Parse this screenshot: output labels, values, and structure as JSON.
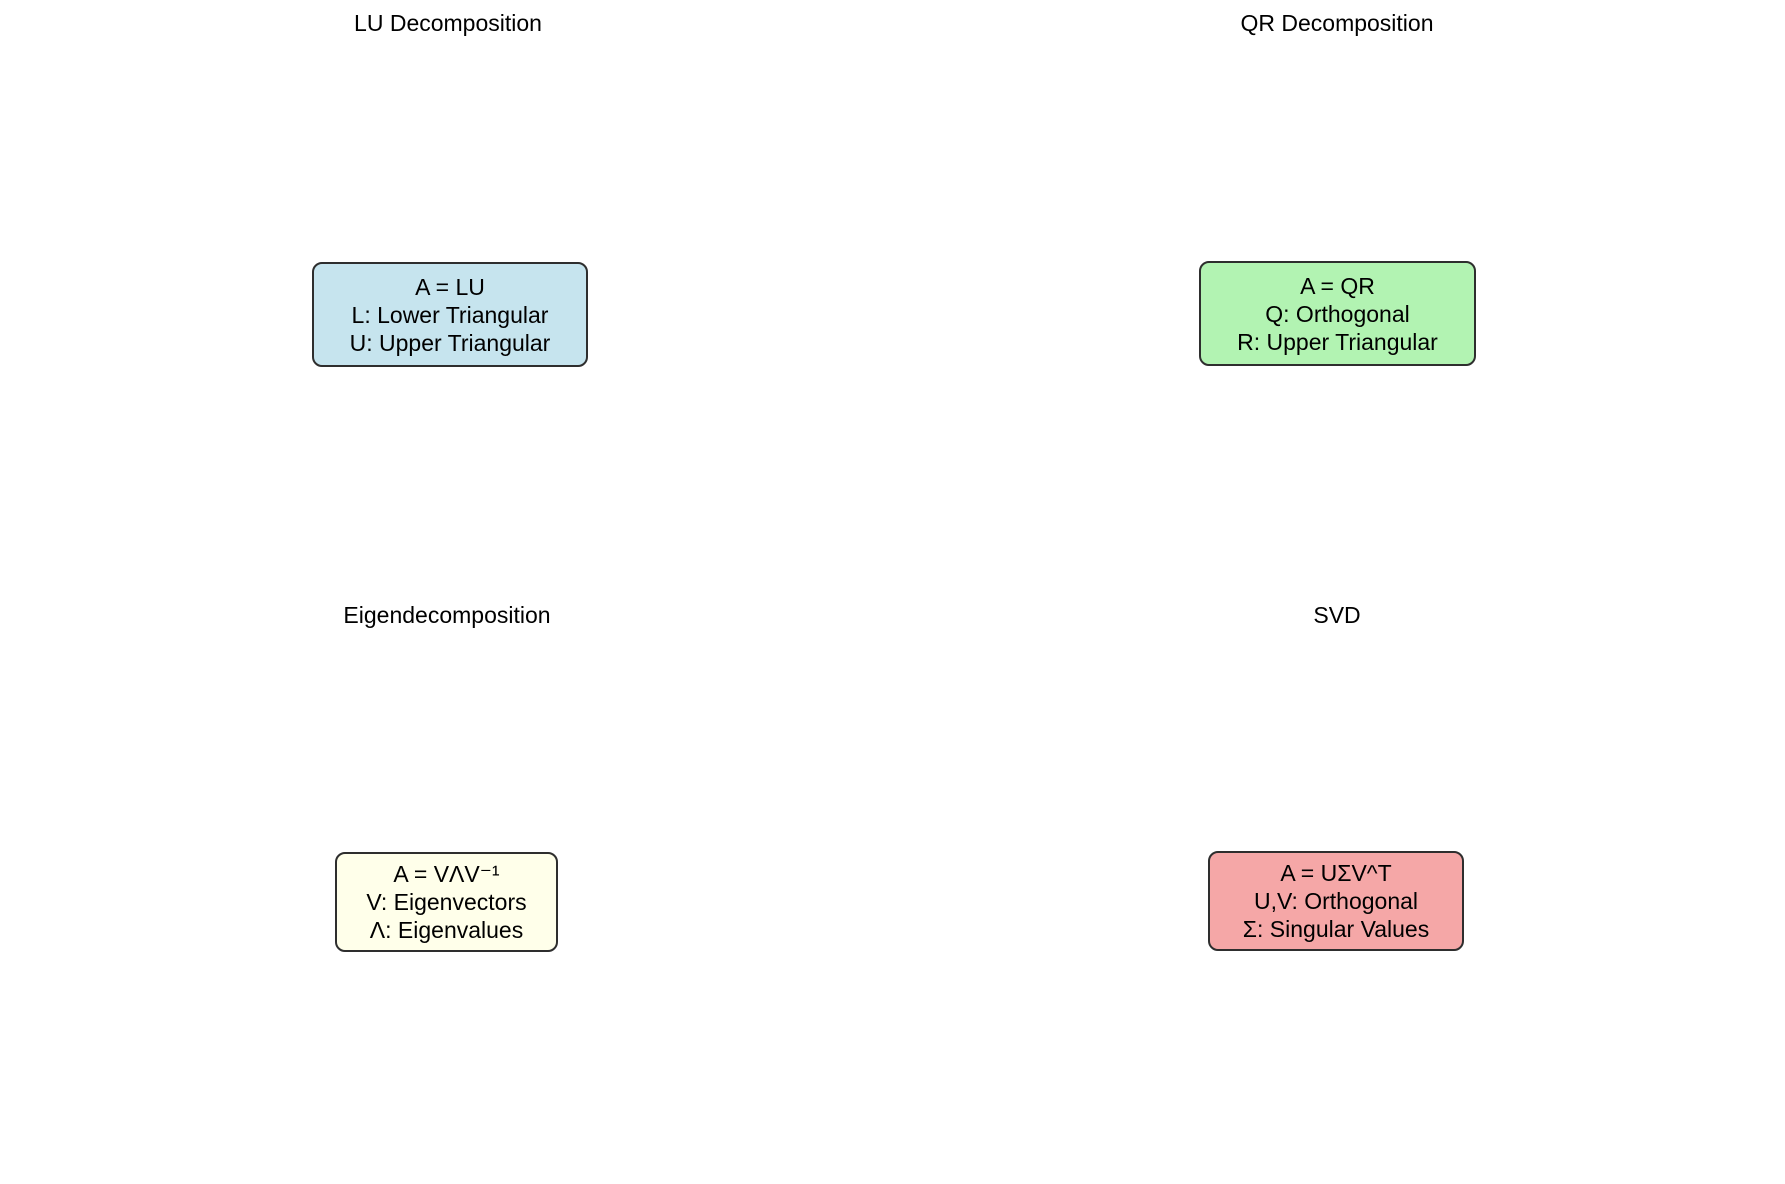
{
  "figure": {
    "background": "#ffffff",
    "text_color": "#000000",
    "box_border_color": "#2e2e2e"
  },
  "panels": [
    {
      "id": "lu-decomposition",
      "title": "LU Decomposition",
      "box": {
        "fill": "#C6E4EE",
        "lines": [
          "A = LU",
          "L: Lower Triangular",
          "U: Upper Triangular"
        ]
      }
    },
    {
      "id": "qr-decomposition",
      "title": "QR Decomposition",
      "box": {
        "fill": "#B2F3B2",
        "lines": [
          "A = QR",
          "Q: Orthogonal",
          "R: Upper Triangular"
        ]
      }
    },
    {
      "id": "eigendecomposition",
      "title": "Eigendecomposition",
      "box": {
        "fill": "#FFFFEA",
        "lines": [
          "A = VΛV⁻¹",
          "V: Eigenvectors",
          "Λ: Eigenvalues"
        ]
      }
    },
    {
      "id": "svd",
      "title": "SVD",
      "box": {
        "fill": "#F5A7A7",
        "lines": [
          "A = UΣV^T",
          "U,V: Orthogonal",
          "Σ: Singular Values"
        ]
      }
    }
  ]
}
